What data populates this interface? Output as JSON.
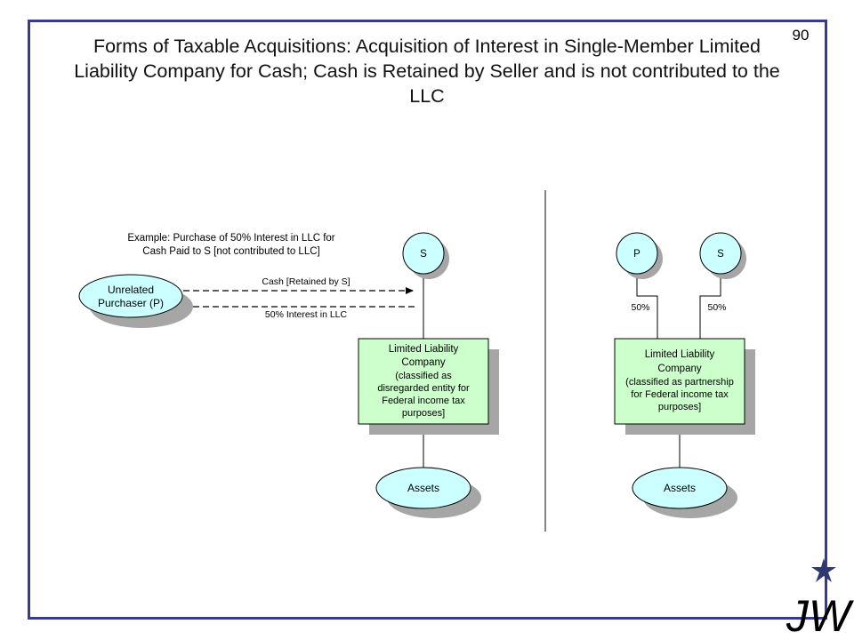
{
  "page_number": "90",
  "title": "Forms of Taxable Acquisitions: Acquisition of Interest in Single-Member Limited Liability Company for Cash; Cash is Retained by Seller and is not contributed to the LLC",
  "left": {
    "example_lines": [
      "Example:  Purchase of 50% Interest in LLC for",
      "Cash Paid to S [not contributed to LLC]"
    ],
    "purchaser_lines": [
      "Unrelated",
      "Purchaser (P)"
    ],
    "cash_label": "Cash [Retained by S]",
    "interest_label": "50% Interest in LLC",
    "seller": "S",
    "llc_lines": [
      "Limited Liability",
      "Company",
      "(classified as",
      "disregarded entity for",
      "Federal income tax",
      "purposes]"
    ],
    "assets": "Assets"
  },
  "right": {
    "member_p": "P",
    "member_s": "S",
    "pct_p": "50%",
    "pct_s": "50%",
    "llc_lines": [
      "Limited Liability",
      "Company",
      "(classified as partnership",
      "for Federal income tax",
      "purposes]"
    ],
    "assets": "Assets"
  },
  "colors": {
    "frame": "#3a3a8c",
    "circle_fill": "#ccffff",
    "box_fill": "#ccffcc",
    "shadow": "#a6a6a6",
    "logo_text": "#c8b88a",
    "logo_star": "#2e3a6e"
  },
  "logo": {
    "letters": "JW",
    "icon": "star-icon"
  }
}
